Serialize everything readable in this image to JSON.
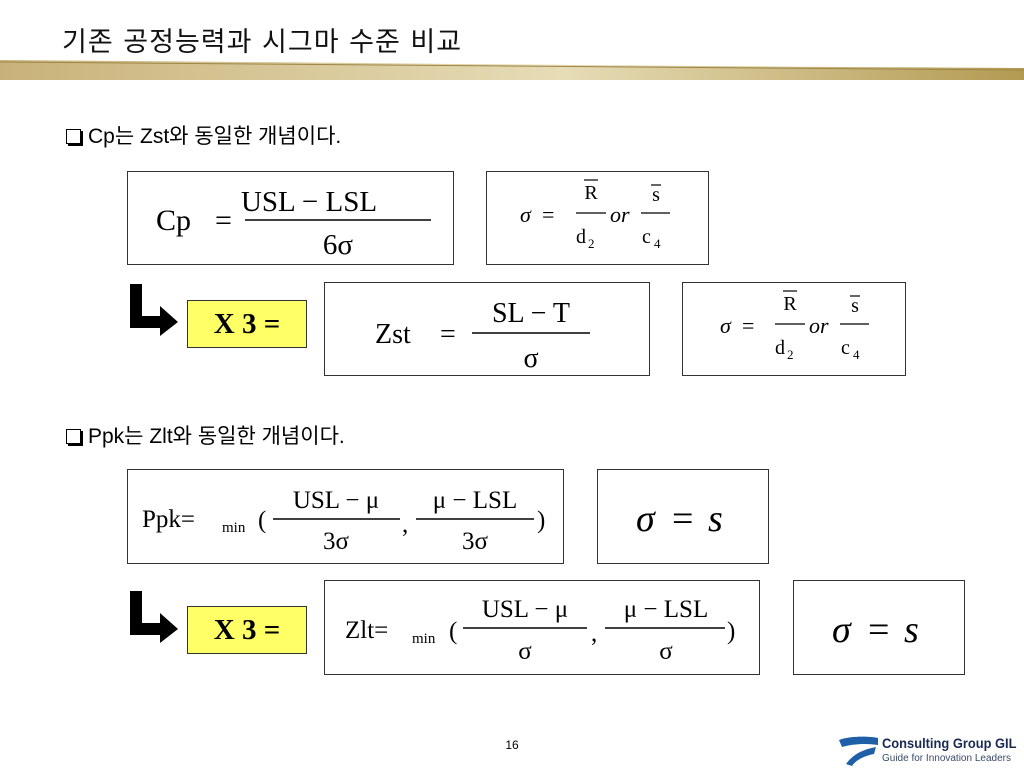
{
  "title": "기존 공정능력과 시그마 수준 비교",
  "bullets": [
    "Cp는 Zst와 동일한 개념이다.",
    "Ppk는 Zlt와 동일한 개념이다."
  ],
  "multiplier_label": "X 3 =",
  "formulas": {
    "cp": {
      "lhs": "Cp",
      "eq": "=",
      "num": "USL − LSL",
      "den": "6σ"
    },
    "sigma_rbar": {
      "sigma": "σ",
      "eq": "=",
      "num1": "R",
      "den1": "d",
      "sub1": "2",
      "or": "or",
      "num2": "s",
      "den2": "c",
      "sub2": "4"
    },
    "zst": {
      "lhs": "Zst",
      "eq": "=",
      "num": "SL − T",
      "den": "σ"
    },
    "ppk": {
      "lhs": "Ppk=",
      "sub": "min",
      "open": "(",
      "num1": "USL − μ",
      "den1": "3σ",
      "comma": ",",
      "num2": "μ − LSL",
      "den2": "3σ",
      "close": ")"
    },
    "sigma_s": {
      "sigma": "σ",
      "eq": "=",
      "s": "s"
    },
    "zlt": {
      "lhs": "Zlt=",
      "sub": "min",
      "open": "(",
      "num1": "USL − μ",
      "den1": "σ",
      "comma": ",",
      "num2": "μ − LSL",
      "den2": "σ",
      "close": ")"
    }
  },
  "page_number": "16",
  "logo": {
    "name": "Consulting Group GIL",
    "tagline": "Guide for Innovation Leaders"
  },
  "colors": {
    "multiplier_fill": "#ffff66",
    "gold_bar": "#c8b070",
    "logo_blue": "#1f5fa8"
  }
}
